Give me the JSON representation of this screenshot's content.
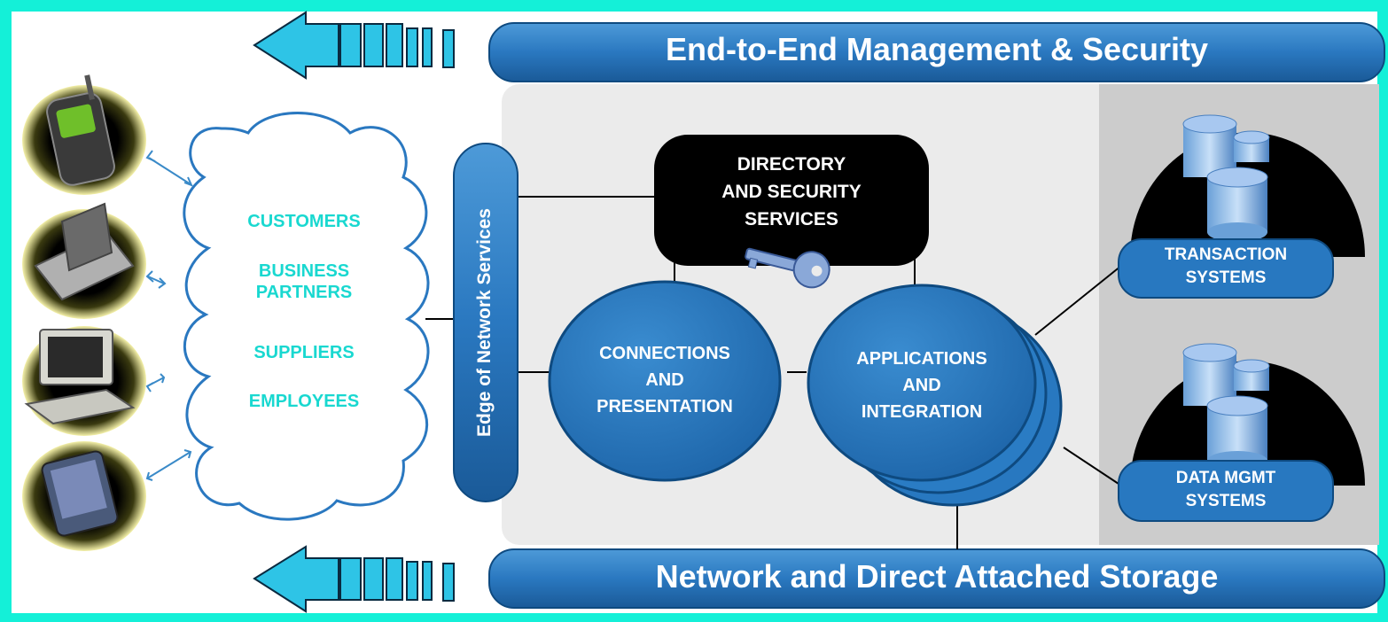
{
  "top_bar": {
    "title": "End-to-End Management & Security"
  },
  "bottom_bar": {
    "title": "Network and Direct Attached Storage"
  },
  "edge_services": {
    "label": "Edge of Network Services"
  },
  "cloud": {
    "groups": [
      {
        "lines": [
          "CUSTOMERS"
        ]
      },
      {
        "lines": [
          "BUSINESS",
          "PARTNERS"
        ]
      },
      {
        "lines": [
          "SUPPLIERS"
        ]
      },
      {
        "lines": [
          "EMPLOYEES"
        ]
      }
    ]
  },
  "directory": {
    "lines": [
      "DIRECTORY",
      "AND SECURITY",
      "SERVICES"
    ]
  },
  "connections": {
    "lines": [
      "CONNECTIONS",
      "AND",
      "PRESENTATION"
    ]
  },
  "applications": {
    "lines": [
      "APPLICATIONS",
      "AND",
      "INTEGRATION"
    ]
  },
  "transaction": {
    "lines": [
      "TRANSACTION",
      "SYSTEMS"
    ]
  },
  "data_mgmt": {
    "lines": [
      "DATA MGMT",
      "SYSTEMS"
    ]
  },
  "devices": [
    {
      "icon": "mobile-phone-icon"
    },
    {
      "icon": "laptop-icon"
    },
    {
      "icon": "desktop-computer-icon"
    },
    {
      "icon": "pda-icon"
    }
  ],
  "colors": {
    "frame": "#14f0d8",
    "node_blue": "#2878c0",
    "arrow_cyan": "#2ec4e6",
    "cloud_text": "#19d8d0",
    "panel_gray": "#ebebeb"
  }
}
